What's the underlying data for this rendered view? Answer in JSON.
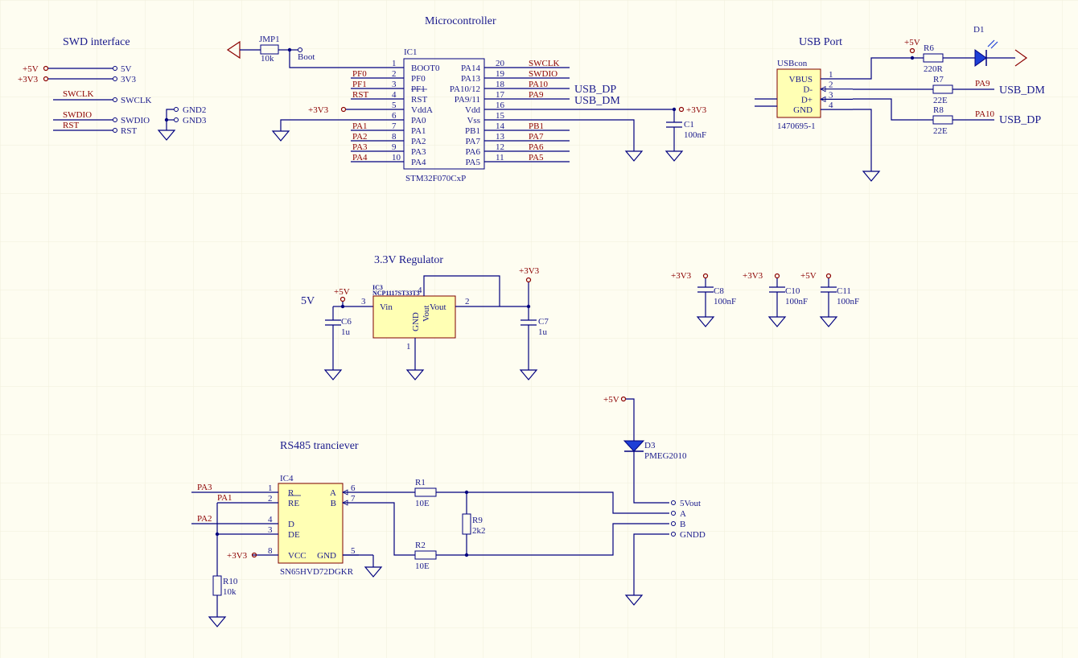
{
  "titles": {
    "swd": "SWD interface",
    "mcu": "Microcontroller",
    "usb": "USB Port",
    "reg": "3.3V Regulator",
    "rs485": "RS485 tranciever"
  },
  "swd": {
    "ports": [
      "+5V",
      "+3V3",
      "SWCLK",
      "SWDIO",
      "RST"
    ],
    "pins": [
      "5V",
      "3V3",
      "SWCLK",
      "SWDIO",
      "RST"
    ],
    "gnd": [
      "GND2",
      "GND3"
    ]
  },
  "mcu": {
    "ref": "IC1",
    "part": "STM32F070CxP",
    "left_pins": [
      {
        "num": "1",
        "name": "BOOT0",
        "net": ""
      },
      {
        "num": "2",
        "name": "PF0",
        "net": "PF0"
      },
      {
        "num": "3",
        "name": "PF1",
        "net": "PF1"
      },
      {
        "num": "4",
        "name": "RST",
        "net": "RST"
      },
      {
        "num": "5",
        "name": "VddA",
        "net": "+3V3"
      },
      {
        "num": "6",
        "name": "PA0",
        "net": ""
      },
      {
        "num": "7",
        "name": "PA1",
        "net": "PA1"
      },
      {
        "num": "8",
        "name": "PA2",
        "net": "PA2"
      },
      {
        "num": "9",
        "name": "PA3",
        "net": "PA3"
      },
      {
        "num": "10",
        "name": "PA4",
        "net": "PA4"
      }
    ],
    "right_pins": [
      {
        "num": "20",
        "name": "PA14",
        "net": "SWCLK"
      },
      {
        "num": "19",
        "name": "PA13",
        "net": "SWDIO"
      },
      {
        "num": "18",
        "name": "PA10/12",
        "net": "PA10"
      },
      {
        "num": "17",
        "name": "PA9/11",
        "net": "PA9"
      },
      {
        "num": "16",
        "name": "Vdd",
        "net": ""
      },
      {
        "num": "15",
        "name": "Vss",
        "net": ""
      },
      {
        "num": "14",
        "name": "PB1",
        "net": "PB1"
      },
      {
        "num": "13",
        "name": "PA7",
        "net": "PA7"
      },
      {
        "num": "12",
        "name": "PA6",
        "net": "PA6"
      },
      {
        "num": "11",
        "name": "PA5",
        "net": "PA5"
      }
    ],
    "usb_dp": "USB_DP",
    "usb_dm": "USB_DM",
    "jmp_ref": "JMP1",
    "jmp_val": "10k",
    "boot": "Boot",
    "vdd_port": "+3V3",
    "c1_ref": "C1",
    "c1_val": "100nF"
  },
  "usb": {
    "conn_ref": "USBcon",
    "conn_part": "1470695-1",
    "pins": [
      {
        "num": "1",
        "name": "VBUS"
      },
      {
        "num": "2",
        "name": "D-"
      },
      {
        "num": "3",
        "name": "D+"
      },
      {
        "num": "4",
        "name": "GND"
      }
    ],
    "vcc": "+5V",
    "r6_ref": "R6",
    "r6_val": "220R",
    "d1_ref": "D1",
    "r7_ref": "R7",
    "r7_val": "22E",
    "r8_ref": "R8",
    "r8_val": "22E",
    "pa9": "PA9",
    "pa10": "PA10",
    "usb_dm": "USB_DM",
    "usb_dp": "USB_DP"
  },
  "reg": {
    "in_label": "5V",
    "vin_port": "+5V",
    "vout_port": "+3V3",
    "ic_ref": "IC3",
    "ic_part": "NCP1117ST33T3",
    "pin_vin": "Vin",
    "pin_vout": "Vout",
    "pin_gnd": "GND",
    "pin_vout2": "Vout",
    "pin3": "3",
    "pin2": "2",
    "pin4": "4",
    "pin1": "1",
    "c6_ref": "C6",
    "c6_val": "1u",
    "c7_ref": "C7",
    "c7_val": "1u"
  },
  "decoupling": [
    {
      "port": "+3V3",
      "ref": "C8",
      "val": "100nF"
    },
    {
      "port": "+3V3",
      "ref": "C10",
      "val": "100nF"
    },
    {
      "port": "+5V",
      "ref": "C11",
      "val": "100nF"
    }
  ],
  "rs485": {
    "ic_ref": "IC4",
    "ic_part": "SN65HVD72DGKR",
    "left_pins": [
      {
        "num": "1",
        "name": "R",
        "net": "PA3"
      },
      {
        "num": "2",
        "name": "RE",
        "net": "PA1"
      },
      {
        "num": "4",
        "name": "D",
        "net": "PA2"
      },
      {
        "num": "3",
        "name": "DE",
        "net": ""
      },
      {
        "num": "8",
        "name": "VCC",
        "net": "+3V3"
      }
    ],
    "right_pins": [
      {
        "num": "6",
        "name": "A"
      },
      {
        "num": "7",
        "name": "B"
      },
      {
        "num": "5",
        "name": "GND"
      }
    ],
    "r1_ref": "R1",
    "r1_val": "10E",
    "r2_ref": "R2",
    "r2_val": "10E",
    "r9_ref": "R9",
    "r9_val": "2k2",
    "r10_ref": "R10",
    "r10_val": "10k",
    "d3_ref": "D3",
    "d3_part": "PMEG2010",
    "vcc_port": "+5V",
    "outputs": [
      "5Vout",
      "A",
      "B",
      "GNDD"
    ]
  }
}
